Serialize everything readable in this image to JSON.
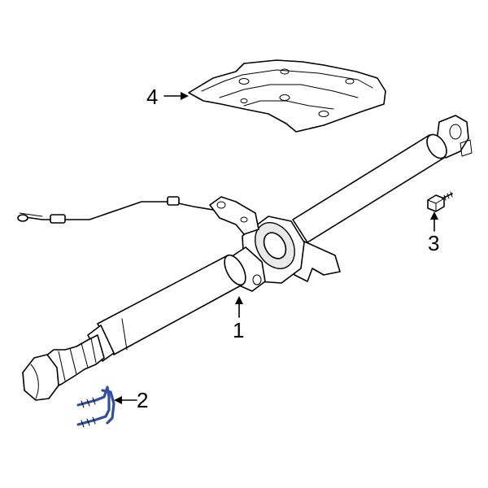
{
  "callouts": {
    "c1": "1",
    "c2": "2",
    "c3": "3",
    "c4": "4"
  },
  "colors": {
    "highlight": "#2f4fa5",
    "line": "#000000",
    "background": "#ffffff"
  }
}
